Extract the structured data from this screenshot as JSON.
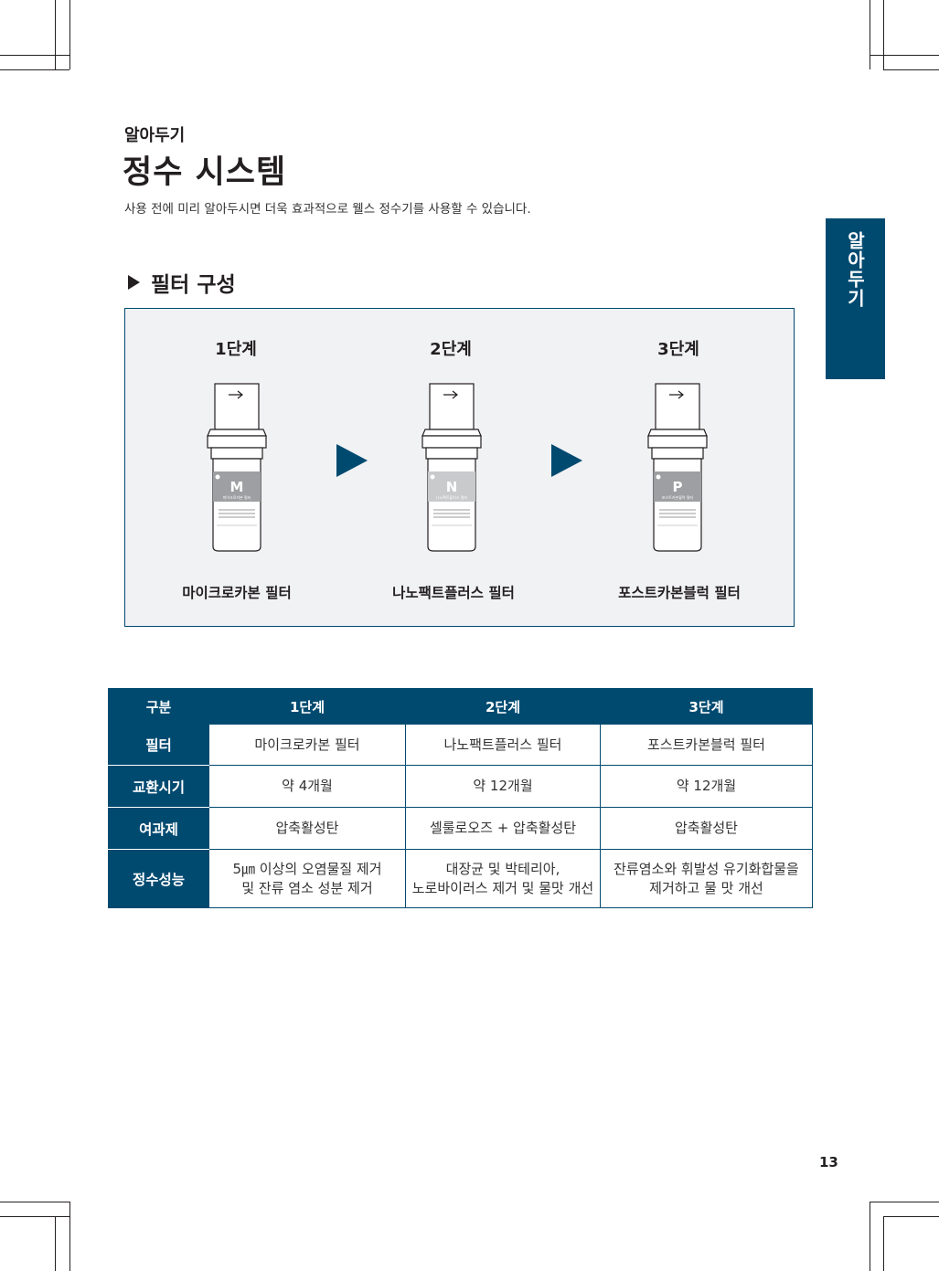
{
  "header": {
    "subtitle": "알아두기",
    "title": "정수 시스템",
    "description": "사용 전에 미리 알아두시면 더욱 효과적으로 웰스 정수기를 사용할 수 있습니다."
  },
  "side_tab": {
    "label": "알아두기"
  },
  "section": {
    "title": "필터 구성"
  },
  "stages": [
    {
      "label": "1단계",
      "letter": "M",
      "label_strip": "마이크로카본 필터",
      "name": "마이크로카본 필터"
    },
    {
      "label": "2단계",
      "letter": "N",
      "label_strip": "나노팩트플러스 필터",
      "name": "나노팩트플러스 필터"
    },
    {
      "label": "3단계",
      "letter": "P",
      "label_strip": "포스트카본블럭 필터",
      "name": "포스트카본블럭 필터"
    }
  ],
  "colors": {
    "primary": "#004a70",
    "box_bg": "#f1f2f4",
    "label_gray": "#9d9fa2"
  },
  "table": {
    "headers": [
      "구분",
      "1단계",
      "2단계",
      "3단계"
    ],
    "rows": [
      {
        "label": "필터",
        "cells": [
          "마이크로카본 필터",
          "나노팩트플러스 필터",
          "포스트카본블럭 필터"
        ]
      },
      {
        "label": "교환시기",
        "cells": [
          "약 4개월",
          "약 12개월",
          "약 12개월"
        ]
      },
      {
        "label": "여과제",
        "cells": [
          "압축활성탄",
          "셀룰로오즈 + 압축활성탄",
          "압축활성탄"
        ]
      },
      {
        "label": "정수성능",
        "cells": [
          [
            "5㎛ 이상의 오염물질 제거",
            "및 잔류 염소 성분 제거"
          ],
          [
            "대장균 및 박테리아,",
            "노로바이러스 제거 및 물맛 개선"
          ],
          [
            "잔류염소와 휘발성 유기화합물을",
            "제거하고 물 맛 개선"
          ]
        ]
      }
    ]
  },
  "page_number": "13"
}
